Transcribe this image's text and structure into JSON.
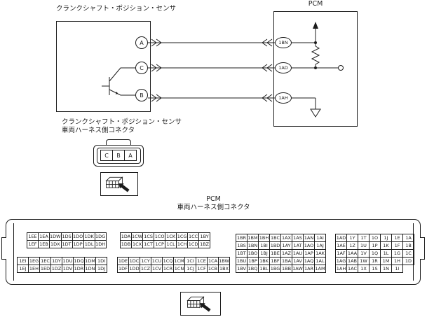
{
  "top_diagram": {
    "sensor_title": "クランクシャフト・ポジション・センサ",
    "pcm_title": "PCM",
    "sensor_terminals": [
      "A",
      "C",
      "B"
    ],
    "pcm_terminals": [
      "1BN",
      "1AD",
      "1AH"
    ]
  },
  "sensor_connector": {
    "title_line1": "クランクシャフト・ポジション・センサ",
    "title_line2": "車両ハーネス側コネクタ",
    "pins": [
      "C",
      "B",
      "A"
    ]
  },
  "pcm_connector": {
    "title_line1": "PCM",
    "title_line2": "車両ハーネス側コネクタ",
    "grids": {
      "top_left": [
        [
          "1EE",
          "1EA",
          "1DW",
          "1DS",
          "1DO",
          "1DK",
          "1DG"
        ],
        [
          "1EF",
          "1EB",
          "1DX",
          "1DT",
          "1DP",
          "1DL",
          "1DH"
        ]
      ],
      "top_mid": [
        [
          "1DA",
          "1CW",
          "1CS",
          "1CO",
          "1CK",
          "1CG",
          "1CC",
          "1BY"
        ],
        [
          "1DB",
          "1CX",
          "1CT",
          "1CP",
          "1CL",
          "1CH",
          "1CD",
          "1BZ"
        ]
      ],
      "bottom_left": [
        [
          "1EI",
          "1EG",
          "1EC",
          "1DY",
          "1DU",
          "1DQ",
          "1DM",
          "1DI"
        ],
        [
          "1EJ",
          "1EH",
          "1ED",
          "1DZ",
          "1DV",
          "1DR",
          "1DN",
          "1DJ"
        ]
      ],
      "bottom_mid": [
        [
          "1DE",
          "1DC",
          "1CY",
          "1CU",
          "1CQ",
          "1CM",
          "1CI",
          "1CE",
          "1CA",
          "1BW"
        ],
        [
          "1DF",
          "1DD",
          "1CZ",
          "1CV",
          "1CR",
          "1CN",
          "1CJ",
          "1CF",
          "1CB",
          "1BX"
        ]
      ],
      "mid_right": [
        [
          "1BR",
          "1BM",
          "1BH",
          "1BC",
          "1AX",
          "1AS",
          "1AN",
          "1AI"
        ],
        [
          "1BS",
          "1BN",
          "1BI",
          "1BD",
          "1AY",
          "1AT",
          "1AO",
          "1AJ"
        ],
        [
          "1BT",
          "1BO",
          "1BJ",
          "1BE",
          "1AZ",
          "1AU",
          "1AP",
          "1AK"
        ],
        [
          "1BU",
          "1BP",
          "1BK",
          "1BF",
          "1BA",
          "1AV",
          "1AQ",
          "1AL"
        ],
        [
          "1BV",
          "1BQ",
          "1BL",
          "1BG",
          "1BB",
          "1AW",
          "1AR",
          "1AM"
        ]
      ],
      "right": [
        [
          "1AD",
          "1Y",
          "1T",
          "1O",
          "1J",
          "1E",
          "1A"
        ],
        [
          "1AE",
          "1Z",
          "1U",
          "1P",
          "1K",
          "1F",
          "1B"
        ],
        [
          "1AF",
          "1AA",
          "1V",
          "1Q",
          "1L",
          "1G",
          "1C"
        ],
        [
          "1AG",
          "1AB",
          "1W",
          "1R",
          "1M",
          "1H",
          "1D"
        ],
        [
          "1AH",
          "1AC",
          "1X",
          "1S",
          "1N",
          "1I"
        ]
      ]
    }
  }
}
